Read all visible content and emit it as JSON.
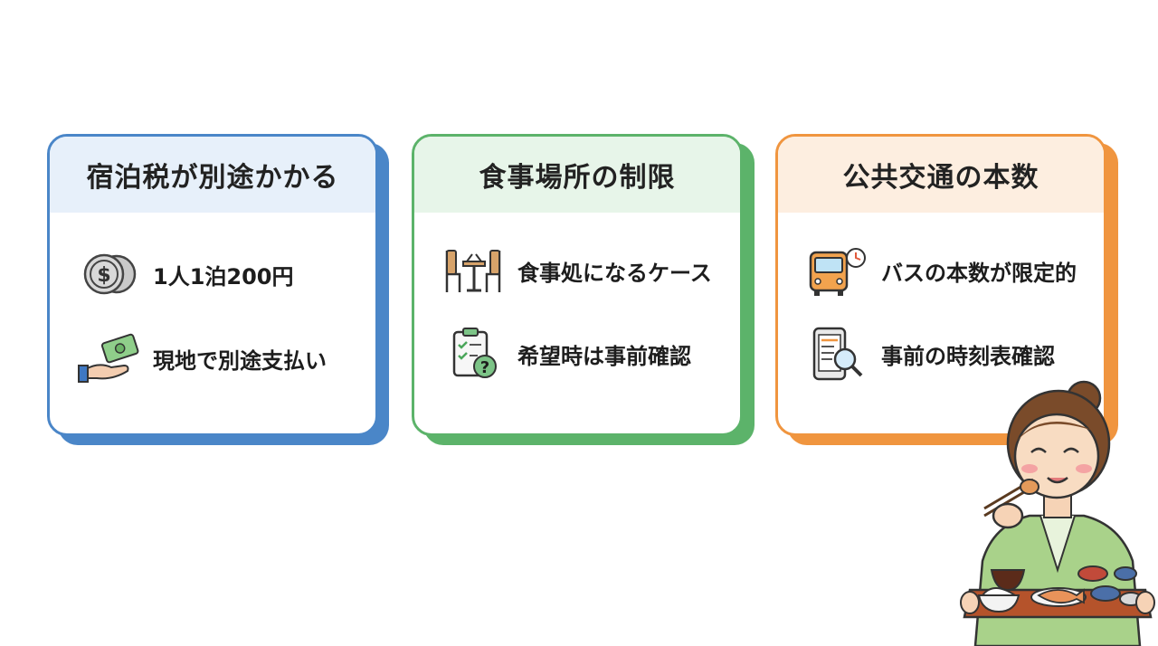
{
  "cards": [
    {
      "title": "宿泊税が別途かかる",
      "color": "#4a86c8",
      "head_bg": "#e7f0fa",
      "items": [
        {
          "text": "1人1泊200円",
          "icon": "coins-icon"
        },
        {
          "text": "現地で別途支払い",
          "icon": "cash-hand-icon"
        }
      ]
    },
    {
      "title": "食事場所の制限",
      "color": "#5cb36a",
      "head_bg": "#e7f5e9",
      "items": [
        {
          "text": "食事処になるケース",
          "icon": "dining-table-icon"
        },
        {
          "text": "希望時は事前確認",
          "icon": "checklist-question-icon"
        }
      ]
    },
    {
      "title": "公共交通の本数",
      "color": "#f0953f",
      "head_bg": "#fdeee0",
      "items": [
        {
          "text": "バスの本数が限定的",
          "icon": "bus-clock-icon"
        },
        {
          "text": "事前の時刻表確認",
          "icon": "phone-timetable-search-icon"
        }
      ]
    }
  ],
  "illustration": {
    "icon": "woman-eating-meal-tray-icon"
  }
}
